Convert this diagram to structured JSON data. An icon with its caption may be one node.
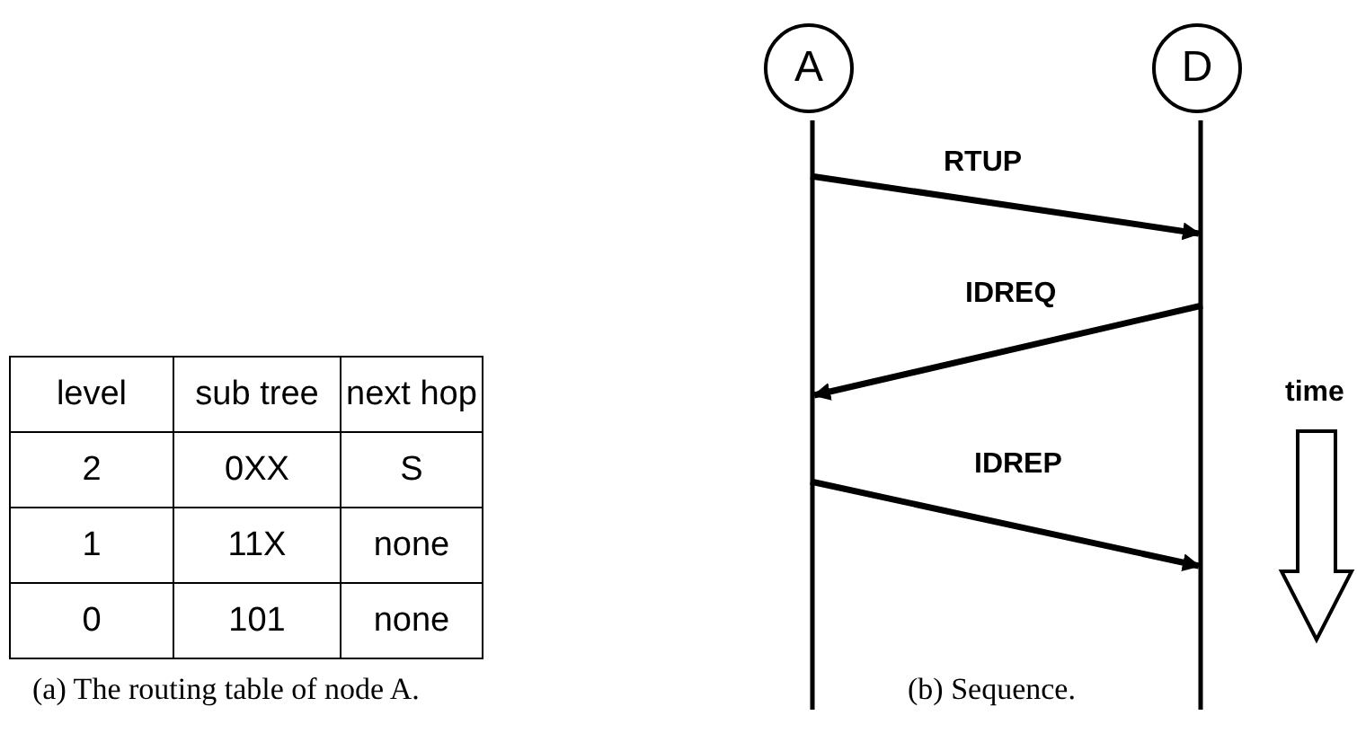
{
  "diagram": {
    "nodes": [
      {
        "text": [
          "A"
        ]
      },
      {
        "text": [
          "D"
        ]
      }
    ],
    "edges": [
      {
        "from": 0,
        "to": 1,
        "arrow": "to",
        "label": "RTUP"
      },
      {
        "from": 1,
        "to": 0,
        "arrow": "to",
        "label": "IDREQ"
      },
      {
        "from": 0,
        "to": 1,
        "arrow": "to",
        "label": "IDREP"
      }
    ],
    "labels": [
      "level",
      "sub tree",
      "next hop",
      "2",
      "0XX",
      "S",
      "1",
      "11X",
      "none",
      "0",
      "101",
      "none",
      "time",
      "(a) The routing table of node A.",
      "(b) Sequence."
    ]
  }
}
